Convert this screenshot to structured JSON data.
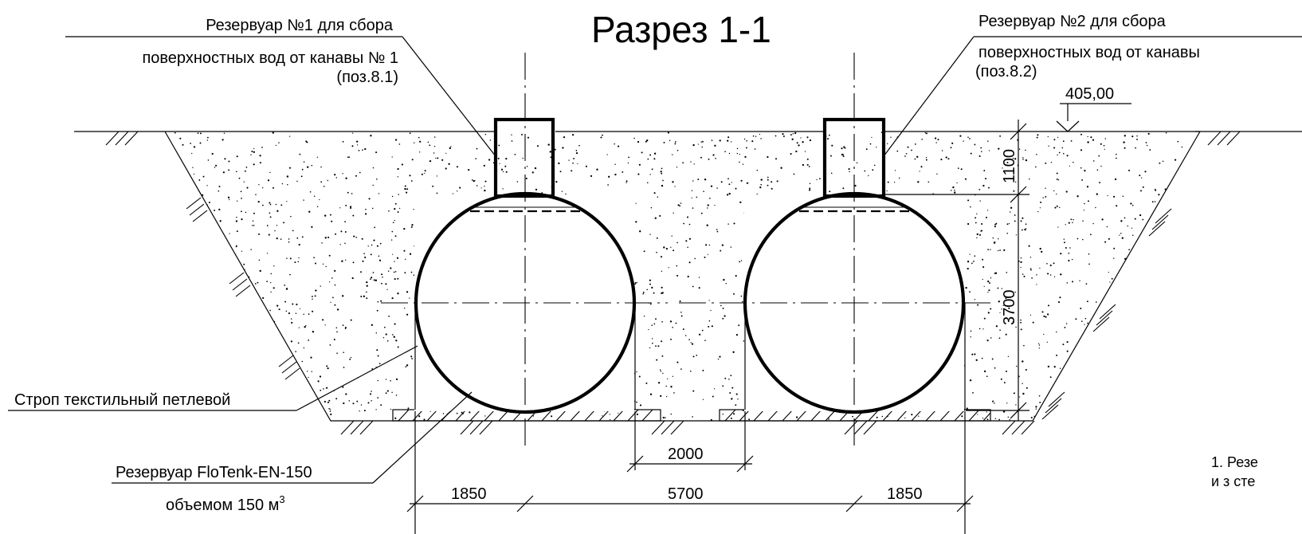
{
  "title": "Разрез 1-1",
  "labels": {
    "tank1_line1": "Резервуар №1 для сбора",
    "tank1_line2": "поверхностных вод от канавы № 1",
    "tank1_pos": "(поз.8.1)",
    "tank2_line1": "Резервуар №2 для сбора",
    "tank2_line2": "поверхностных вод от канавы",
    "tank2_pos": "(поз.8.2)",
    "elevation": "405,00",
    "sling": "Строп текстильный петлевой",
    "model_line1": "Резервуар FloTenk-EN-150",
    "model_line2": "объемом 150 м",
    "model_sup": "3",
    "note_line1": "1. Резе",
    "note_line2": "и з сте"
  },
  "dimensions": {
    "top_cover": "1100",
    "tank_height": "3700",
    "gap": "2000",
    "left": "1850",
    "center": "5700",
    "right": "1850"
  },
  "colors": {
    "line": "#000000",
    "background": "#ffffff"
  }
}
